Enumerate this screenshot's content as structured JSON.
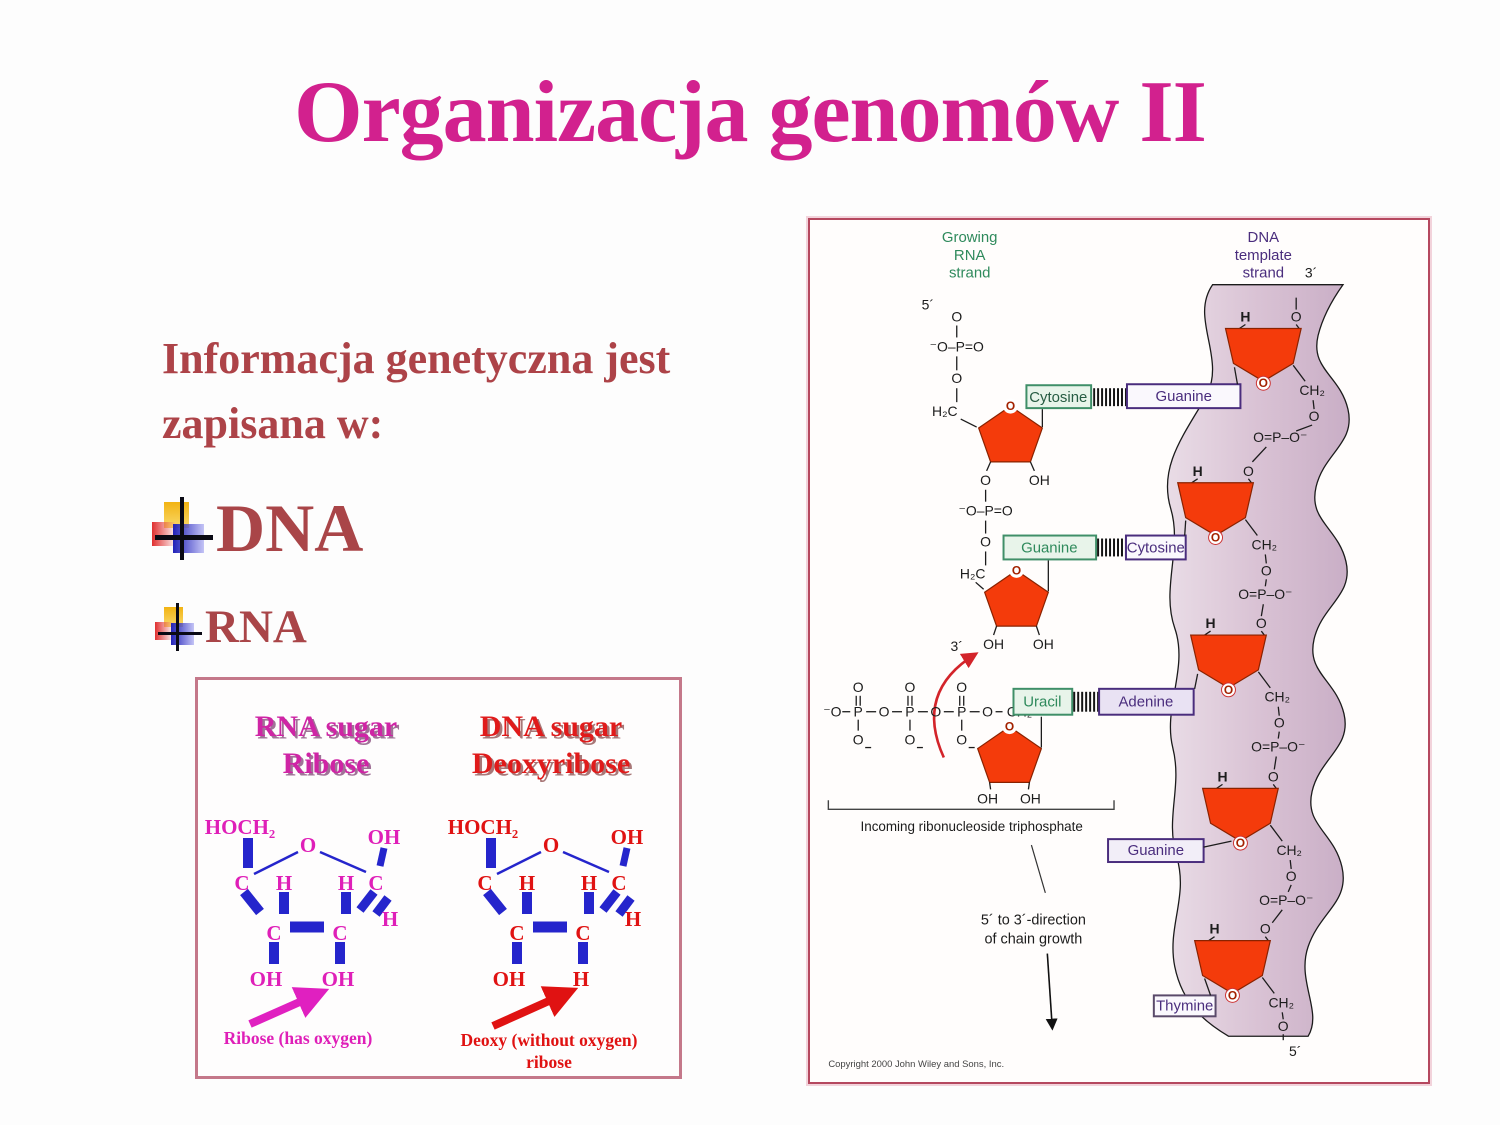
{
  "slide": {
    "title": "Organizacja genomów II",
    "intro": {
      "line1": "Informacja genetyczna jest",
      "line2": "zapisana w:"
    },
    "bullets": [
      {
        "label": "DNA"
      },
      {
        "label": "RNA"
      }
    ]
  },
  "sugar_figure": {
    "rna": {
      "heading1": "RNA sugar",
      "heading2": "Ribose",
      "caption": "Ribose (has oxygen)"
    },
    "dna": {
      "heading1": "DNA sugar",
      "heading2": "Deoxyribose",
      "caption1": "Deoxy (without oxygen)",
      "caption2": "ribose"
    },
    "atoms": {
      "hoch2": "HOCH₂",
      "o": "O",
      "oh": "OH",
      "c": "C",
      "h": "H"
    }
  },
  "rna_figure": {
    "growing_label": [
      "Growing",
      "RNA",
      "strand"
    ],
    "template_label": [
      "DNA",
      "template",
      "strand"
    ],
    "five_prime": "5´",
    "three_prime": "3´",
    "pairs": [
      {
        "rna": "Cytosine",
        "dna": "Guanine"
      },
      {
        "rna": "Guanine",
        "dna": "Cytosine"
      },
      {
        "rna": "Uracil",
        "dna": "Adenine"
      }
    ],
    "unpaired": [
      {
        "dna": "Guanine"
      },
      {
        "dna": "Thymine"
      }
    ],
    "chem": {
      "o": "O",
      "oh": "OH",
      "h": "H",
      "p": "P",
      "h2c": "H₂C",
      "ch2": "CH₂",
      "p_rna": "⁻O–P=O",
      "p_dna": "O=P–O⁻",
      "neg_o": "⁻O"
    },
    "incoming_label": "Incoming ribonucleoside triphosphate",
    "direction": {
      "line1": "5´ to 3´-direction",
      "line2": "of chain growth"
    },
    "copyright": "Copyright 2000 John Wiley and Sons, Inc."
  },
  "colors": {
    "title": "#d2218e",
    "body_text": "#ad4348",
    "figure_border": "#b5485f",
    "sugar_border": "#c4788a",
    "pentagon": "#f43b0b",
    "band": "#d9c2d4",
    "green": "#2f8a5c",
    "purple": "#4a2d7d",
    "blue_bond": "#2525cc",
    "magenta": "#df1fb8",
    "red": "#e01212"
  }
}
